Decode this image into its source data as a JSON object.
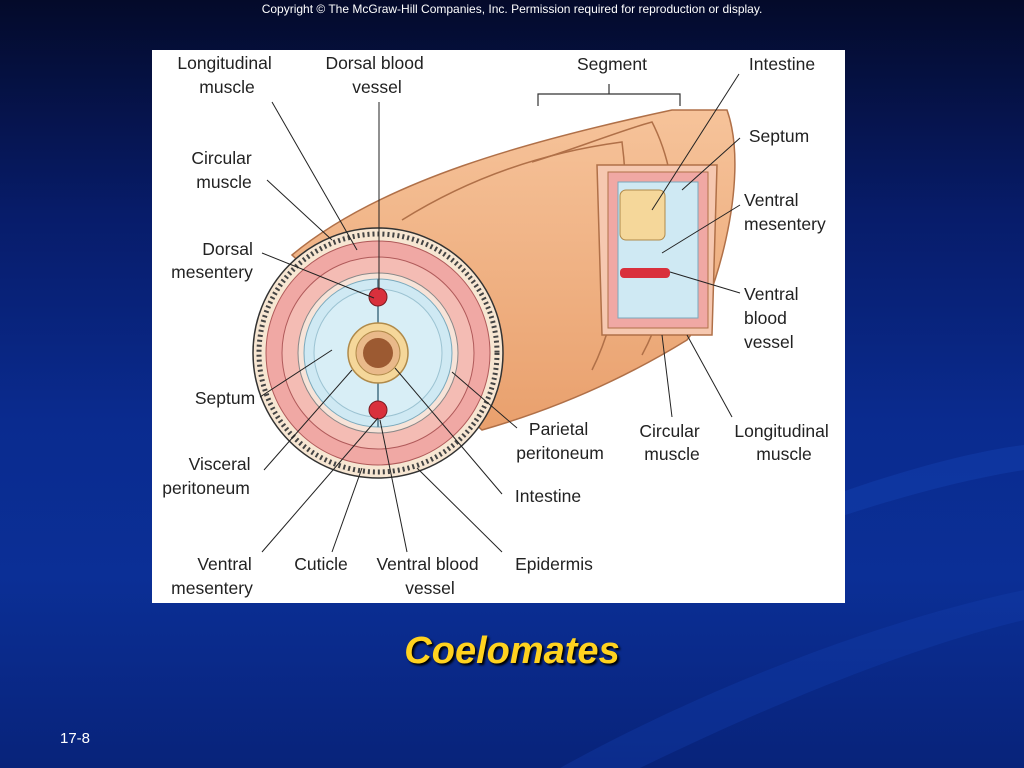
{
  "slide": {
    "copyright": "Copyright © The McGraw-Hill Companies, Inc. Permission required for reproduction or display.",
    "title": "Coelomates",
    "slide_number": "17-8"
  },
  "diagram": {
    "labels": {
      "longitudinal_muscle_left": [
        "Longitudinal",
        "muscle"
      ],
      "dorsal_blood_vessel": [
        "Dorsal blood",
        "vessel"
      ],
      "circular_muscle_left": [
        "Circular",
        "muscle"
      ],
      "dorsal_mesentery": [
        "Dorsal",
        "mesentery"
      ],
      "septum_left": [
        "Septum"
      ],
      "visceral_peritoneum": [
        "Visceral",
        "peritoneum"
      ],
      "ventral_mesentery_bottom": [
        "Ventral",
        "mesentery"
      ],
      "cuticle": [
        "Cuticle"
      ],
      "ventral_blood_vessel_bottom": [
        "Ventral blood",
        "vessel"
      ],
      "epidermis": [
        "Epidermis"
      ],
      "intestine_bottom": [
        "Intestine"
      ],
      "parietal_peritoneum": [
        "Parietal",
        "peritoneum"
      ],
      "circular_muscle_right": [
        "Circular",
        "muscle"
      ],
      "longitudinal_muscle_right": [
        "Longitudinal",
        "muscle"
      ],
      "segment": [
        "Segment"
      ],
      "intestine_top": [
        "Intestine"
      ],
      "septum_right": [
        "Septum"
      ],
      "ventral_mesentery_right": [
        "Ventral",
        "mesentery"
      ],
      "ventral_blood_vessel_right": [
        "Ventral",
        "blood",
        "vessel"
      ]
    },
    "colors": {
      "body_wall": "#f2b183",
      "circular_muscle": "#f0a8a4",
      "coelom": "#cfe9f3",
      "intestine": "#f5d79a",
      "blood_vessel": "#d9303c"
    }
  }
}
